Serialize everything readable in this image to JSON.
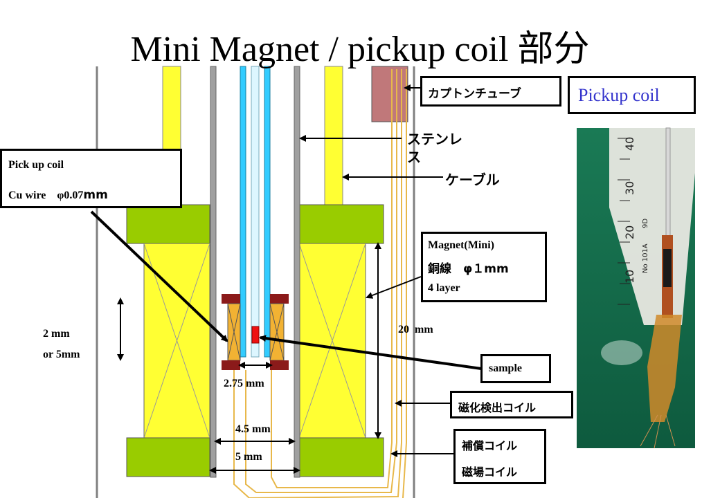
{
  "title": "Mini Magnet / pickup coil 部分",
  "labels": {
    "pickup_coil_title": "Pick up coil",
    "cu_wire": "Cu wire　φ0.07",
    "cu_wire_unit": "mm",
    "kapton": "カプトンチューブ",
    "stainless_1": "ステンレ",
    "stainless_2": "ス",
    "cable": "ケーブル",
    "magnet_line1": "Magnet(Mini)",
    "magnet_line2_a": "銅線　",
    "magnet_line2_b": "φ１mm",
    "magnet_line3": "4 layer",
    "sample": "sample",
    "magnetization_coil": "磁化検出コイル",
    "compensation_coil": "補償コイル",
    "field_coil": "磁場コイル",
    "photo_caption": "Pickup coil"
  },
  "dimensions": {
    "sample_len_1": "2 mm",
    "sample_len_2": "or 5mm",
    "magnet_height": "20",
    "magnet_height_unit": "mm",
    "gap_inner": "2.75 mm",
    "gap_mid": "4.5 mm",
    "gap_outer": "5 mm"
  },
  "ruler_marks": [
    "10",
    "20",
    "30",
    "40"
  ],
  "ruler_text": [
    "9D",
    "No 101A"
  ],
  "colors": {
    "yellow": "#ffff33",
    "green": "#99cc00",
    "kapton": "#c0787a",
    "cyan": "#33ccff",
    "light_cyan": "#ddf6ff",
    "gray": "#a0a0a0",
    "sample_red": "#ee1111",
    "coil_orange": "#f2b233",
    "coil_cap": "#8b1a1a",
    "wire": "#e8b84a",
    "photo_text_blue": "#3333cc"
  }
}
